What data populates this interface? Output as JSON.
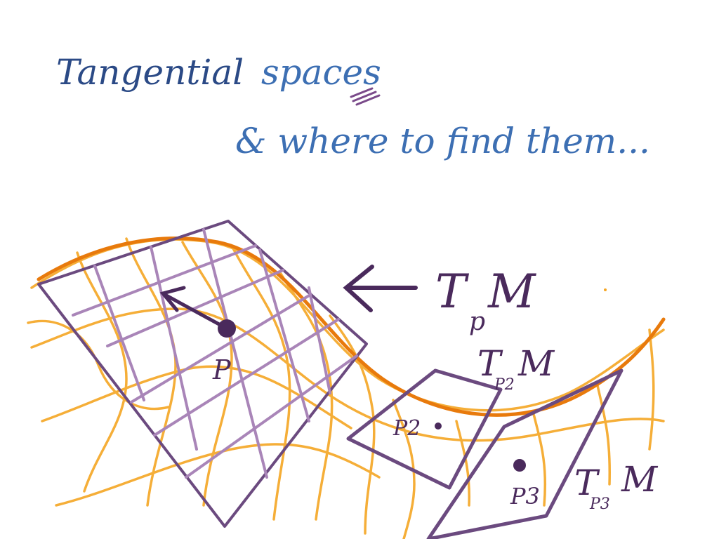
{
  "title": {
    "line1_a": "Tangential",
    "line1_b": "spaces",
    "line2": "& where to find them..."
  },
  "labels": {
    "tpm_main": "T",
    "tpm_main_sub": "p",
    "tpm_main_m": "M",
    "tpm_2": "T",
    "tpm_2_sub": "P2",
    "tpm_2_m": "M",
    "tpm_3": "T",
    "tpm_3_sub": "P3",
    "tpm_3_m": "M",
    "point_p": "P",
    "point_p2": "P2",
    "point_p3": "P3"
  },
  "colors": {
    "title_dark_blue": "#2b4a86",
    "title_blue": "#3d6fb3",
    "manifold_orange": "#f5a623",
    "manifold_dark_orange": "#e87a0c",
    "plane_purple": "#6b4a7f",
    "grid_purple": "#a985b8",
    "point_purple": "#4a2a5c"
  }
}
